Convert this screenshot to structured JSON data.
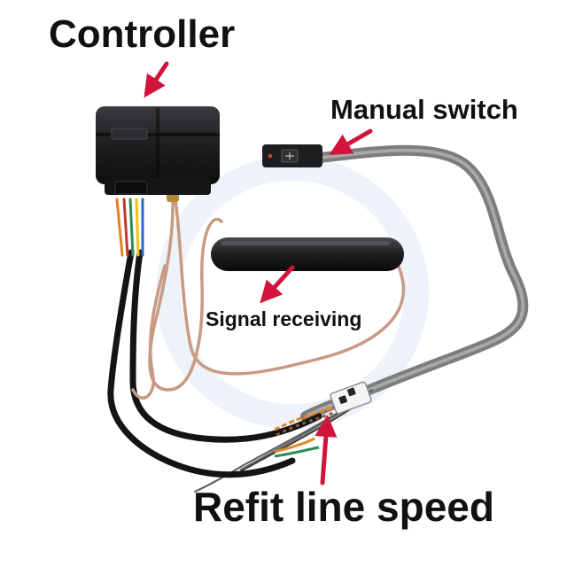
{
  "labels": {
    "controller": "Controller",
    "manual_switch": "Manual switch",
    "signal_receiving": "Signal receiving",
    "refit_line_speed": "Refit line speed"
  },
  "colors": {
    "arrow": "#d2143a",
    "device_body": "#1e1f21",
    "ribbon_cable": "#8a8a8a",
    "antenna_wire": "#c89a82",
    "black_cable": "#141414",
    "text": "#111111"
  },
  "icons": {
    "controller": "controller-box-icon",
    "manual_switch": "switch-button-icon",
    "antenna": "antenna-bar-icon",
    "connector": "white-connector-icon",
    "arrow": "red-arrow-icon"
  }
}
